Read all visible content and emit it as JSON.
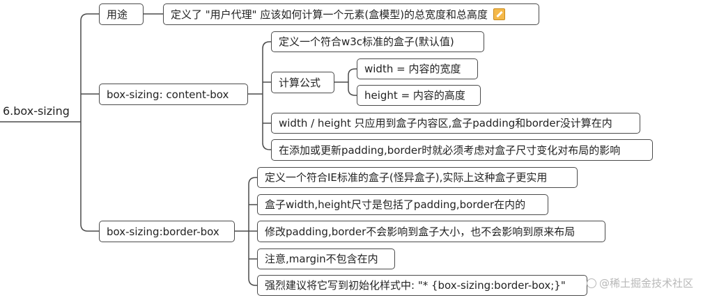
{
  "root": {
    "label": "6.box-sizing"
  },
  "purpose": {
    "label": "用途",
    "desc": "定义了 \"用户代理\" 应该如何计算一个元素(盒模型)的总宽度和总高度",
    "icon": "edit-note-icon"
  },
  "content_box": {
    "label": "box-sizing: content-box",
    "items": {
      "i1": "定义一个符合w3c标准的盒子(默认值)",
      "formula": "计算公式",
      "formula_width": "width = 内容的宽度",
      "formula_height": "height = 内容的高度",
      "i3": "width / height 只应用到盒子内容区,盒子padding和border没计算在内",
      "i4": "在添加或更新padding,border时就必须考虑对盒子尺寸变化对布局的影响"
    }
  },
  "border_box": {
    "label": "box-sizing:border-box",
    "items": {
      "i1": "定义一个符合IE标准的盒子(怪异盒子),实际上这种盒子更实用",
      "i2": "盒子width,height尺寸是包括了padding,border在内的",
      "i3": "修改padding,border不会影响到盒子大小，也不会影响到原来布局",
      "i4": "注意,margin不包含在内",
      "i5": "强烈建议将它写到初始化样式中: \"* {box-sizing:border-box;}\""
    }
  },
  "watermark": "@稀土掘金技术社区",
  "colors": {
    "line": "#4a4a4a",
    "box_border": "#4a4a4a",
    "icon": "#f5b94a"
  }
}
